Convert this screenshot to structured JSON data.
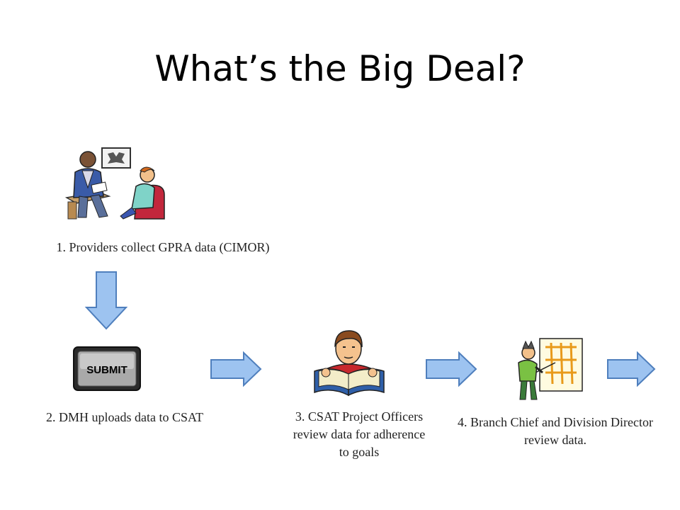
{
  "title": "What’s the Big Deal?",
  "steps": [
    {
      "label": "1. Providers collect GPRA data (CIMOR)",
      "icon": "counseling-session-icon"
    },
    {
      "label": "2. DMH uploads data to CSAT",
      "icon": "submit-button-icon",
      "button_text": "SUBMIT"
    },
    {
      "label": "3. CSAT Project Officers review data for adherence to goals",
      "icon": "reading-person-icon"
    },
    {
      "label": "4. Branch Chief and Division Director review data.",
      "icon": "presenter-chart-icon"
    }
  ],
  "colors": {
    "arrow_fill": "#9dc3f0",
    "arrow_stroke": "#4f7fbd"
  }
}
